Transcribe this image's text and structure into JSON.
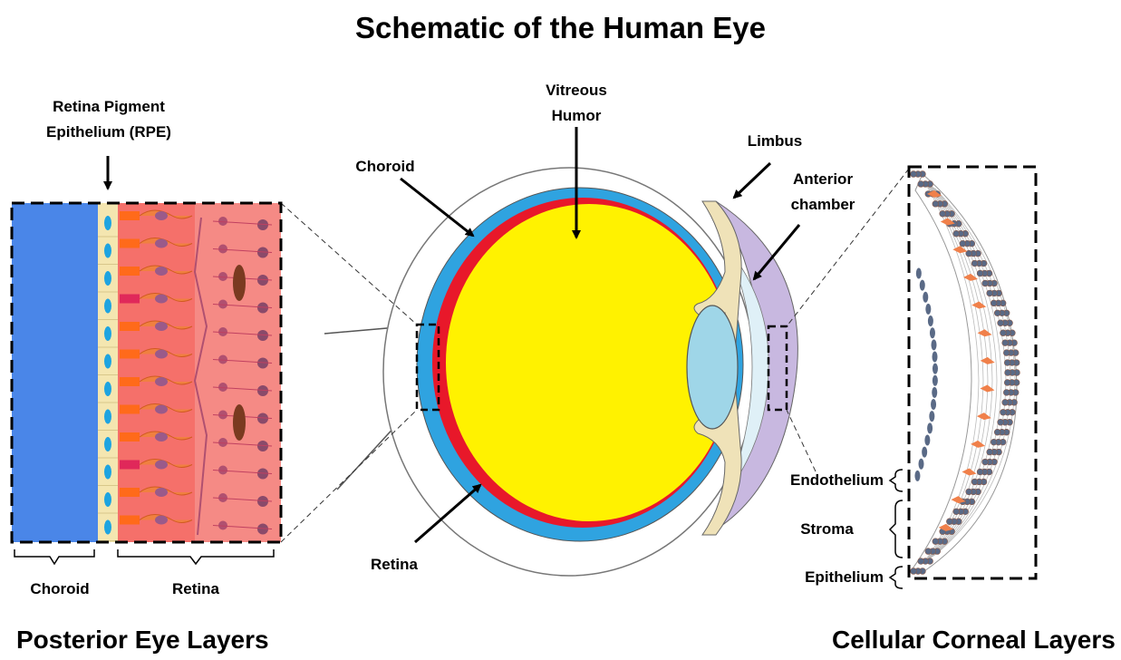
{
  "title": "Schematic of the Human Eye",
  "labels": {
    "rpe_line1": "Retina  Pigment",
    "rpe_line2": "Epithelium (RPE)",
    "vitreous_line1": "Vitreous",
    "vitreous_line2": "Humor",
    "limbus": "Limbus",
    "anterior_line1": "Anterior",
    "anterior_line2": "chamber",
    "choroid_eye": "Choroid",
    "retina_eye": "Retina",
    "choroid_bracket": "Choroid",
    "retina_bracket": "Retina",
    "endothelium": "Endothelium",
    "stroma": "Stroma",
    "epithelium": "Epithelium"
  },
  "captions": {
    "posterior": "Posterior Eye Layers",
    "corneal": "Cellular Corneal Layers"
  },
  "colors": {
    "choroid": "#4a86e8",
    "rpe": "#f4e6b0",
    "retina": "#f5706a",
    "sclera_choroid_ring": "#2fa3e0",
    "retina_ring": "#e8182a",
    "vitreous": "#fff200",
    "lens": "#9fd6e8",
    "ciliary": "#efe2b8",
    "cornea": "#c8b8e0",
    "anterior_chamber": "#dff0f7"
  }
}
